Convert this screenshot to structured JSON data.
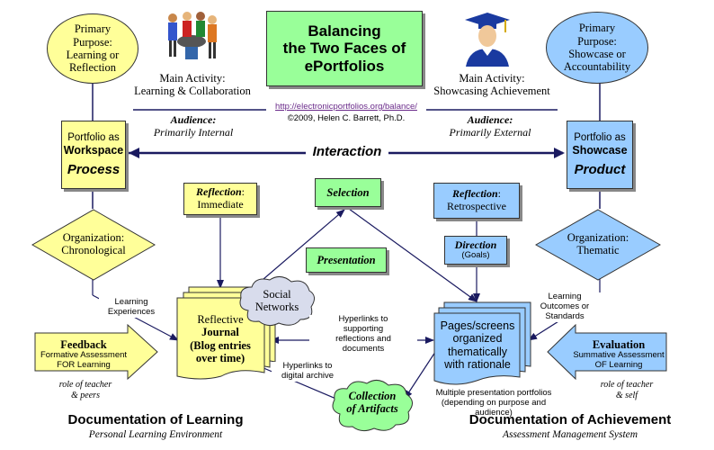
{
  "title": {
    "line1": "Balancing",
    "line2": "the Two Faces of",
    "line3": "ePortfolios"
  },
  "url": "http://electronicportfolios.org/balance/",
  "copyright": "©2009, Helen C. Barrett, Ph.D.",
  "left": {
    "purpose": [
      "Primary",
      "Purpose:",
      "Learning or",
      "Reflection"
    ],
    "activity": [
      "Main Activity:",
      "Learning & Collaboration"
    ],
    "audience_label": "Audience:",
    "audience": "Primarily Internal",
    "portfolio_as": "Portfolio as",
    "portfolio_kind": "Workspace",
    "portfolio_type": "Process",
    "organization": [
      "Organization:",
      "Chronological"
    ],
    "learning_experiences": [
      "Learning",
      "Experiences"
    ],
    "feedback_title": "Feedback",
    "feedback_lines": [
      "Formative Assessment",
      "FOR Learning"
    ],
    "role": [
      "role of teacher",
      "& peers"
    ],
    "doc_title": "Documentation of Learning",
    "doc_sub": "Personal Learning Environment"
  },
  "right": {
    "purpose": [
      "Primary",
      "Purpose:",
      "Showcase or",
      "Accountability"
    ],
    "activity": [
      "Main Activity:",
      "Showcasing Achievement"
    ],
    "audience_label": "Audience:",
    "audience": "Primarily External",
    "portfolio_as": "Portfolio as",
    "portfolio_kind": "Showcase",
    "portfolio_type": "Product",
    "organization": [
      "Organization:",
      "Thematic"
    ],
    "learning_outcomes": [
      "Learning",
      "Outcomes or",
      "Standards"
    ],
    "evaluation_title": "Evaluation",
    "evaluation_lines": [
      "Summative Assessment",
      "OF Learning"
    ],
    "role": [
      "role of teacher",
      "& self"
    ],
    "doc_title": "Documentation of Achievement",
    "doc_sub": "Assessment Management System"
  },
  "interaction": "Interaction",
  "center": {
    "reflection_immediate": {
      "title": "Reflection",
      "sub": "Immediate"
    },
    "selection": "Selection",
    "presentation": "Presentation",
    "reflection_retro": {
      "title": "Reflection",
      "sub": "Retrospective"
    },
    "direction": {
      "title": "Direction",
      "sub": "(Goals)"
    },
    "social_networks": [
      "Social",
      "Networks"
    ],
    "journal": [
      "Reflective",
      "Journal",
      "(Blog entries",
      "over time)"
    ],
    "hyperlinks_reflections": [
      "Hyperlinks to",
      "supporting",
      "reflections and",
      "documents"
    ],
    "hyperlinks_archive": [
      "Hyperlinks to",
      "digital archive"
    ],
    "pages": [
      "Pages/screens",
      "organized",
      "thematically",
      "with rationale"
    ],
    "multiple_portfolios": [
      "Multiple presentation portfolios",
      "(depending on purpose and audience)"
    ],
    "collection": [
      "Collection",
      "of Artifacts"
    ]
  },
  "colors": {
    "yellow": "#ffff99",
    "green": "#99ff99",
    "blue": "#99ccff",
    "line": "#5a5a9a",
    "dark_blue": "#1a1a60"
  },
  "icons": [
    "group-collaboration-icon",
    "graduate-icon"
  ]
}
